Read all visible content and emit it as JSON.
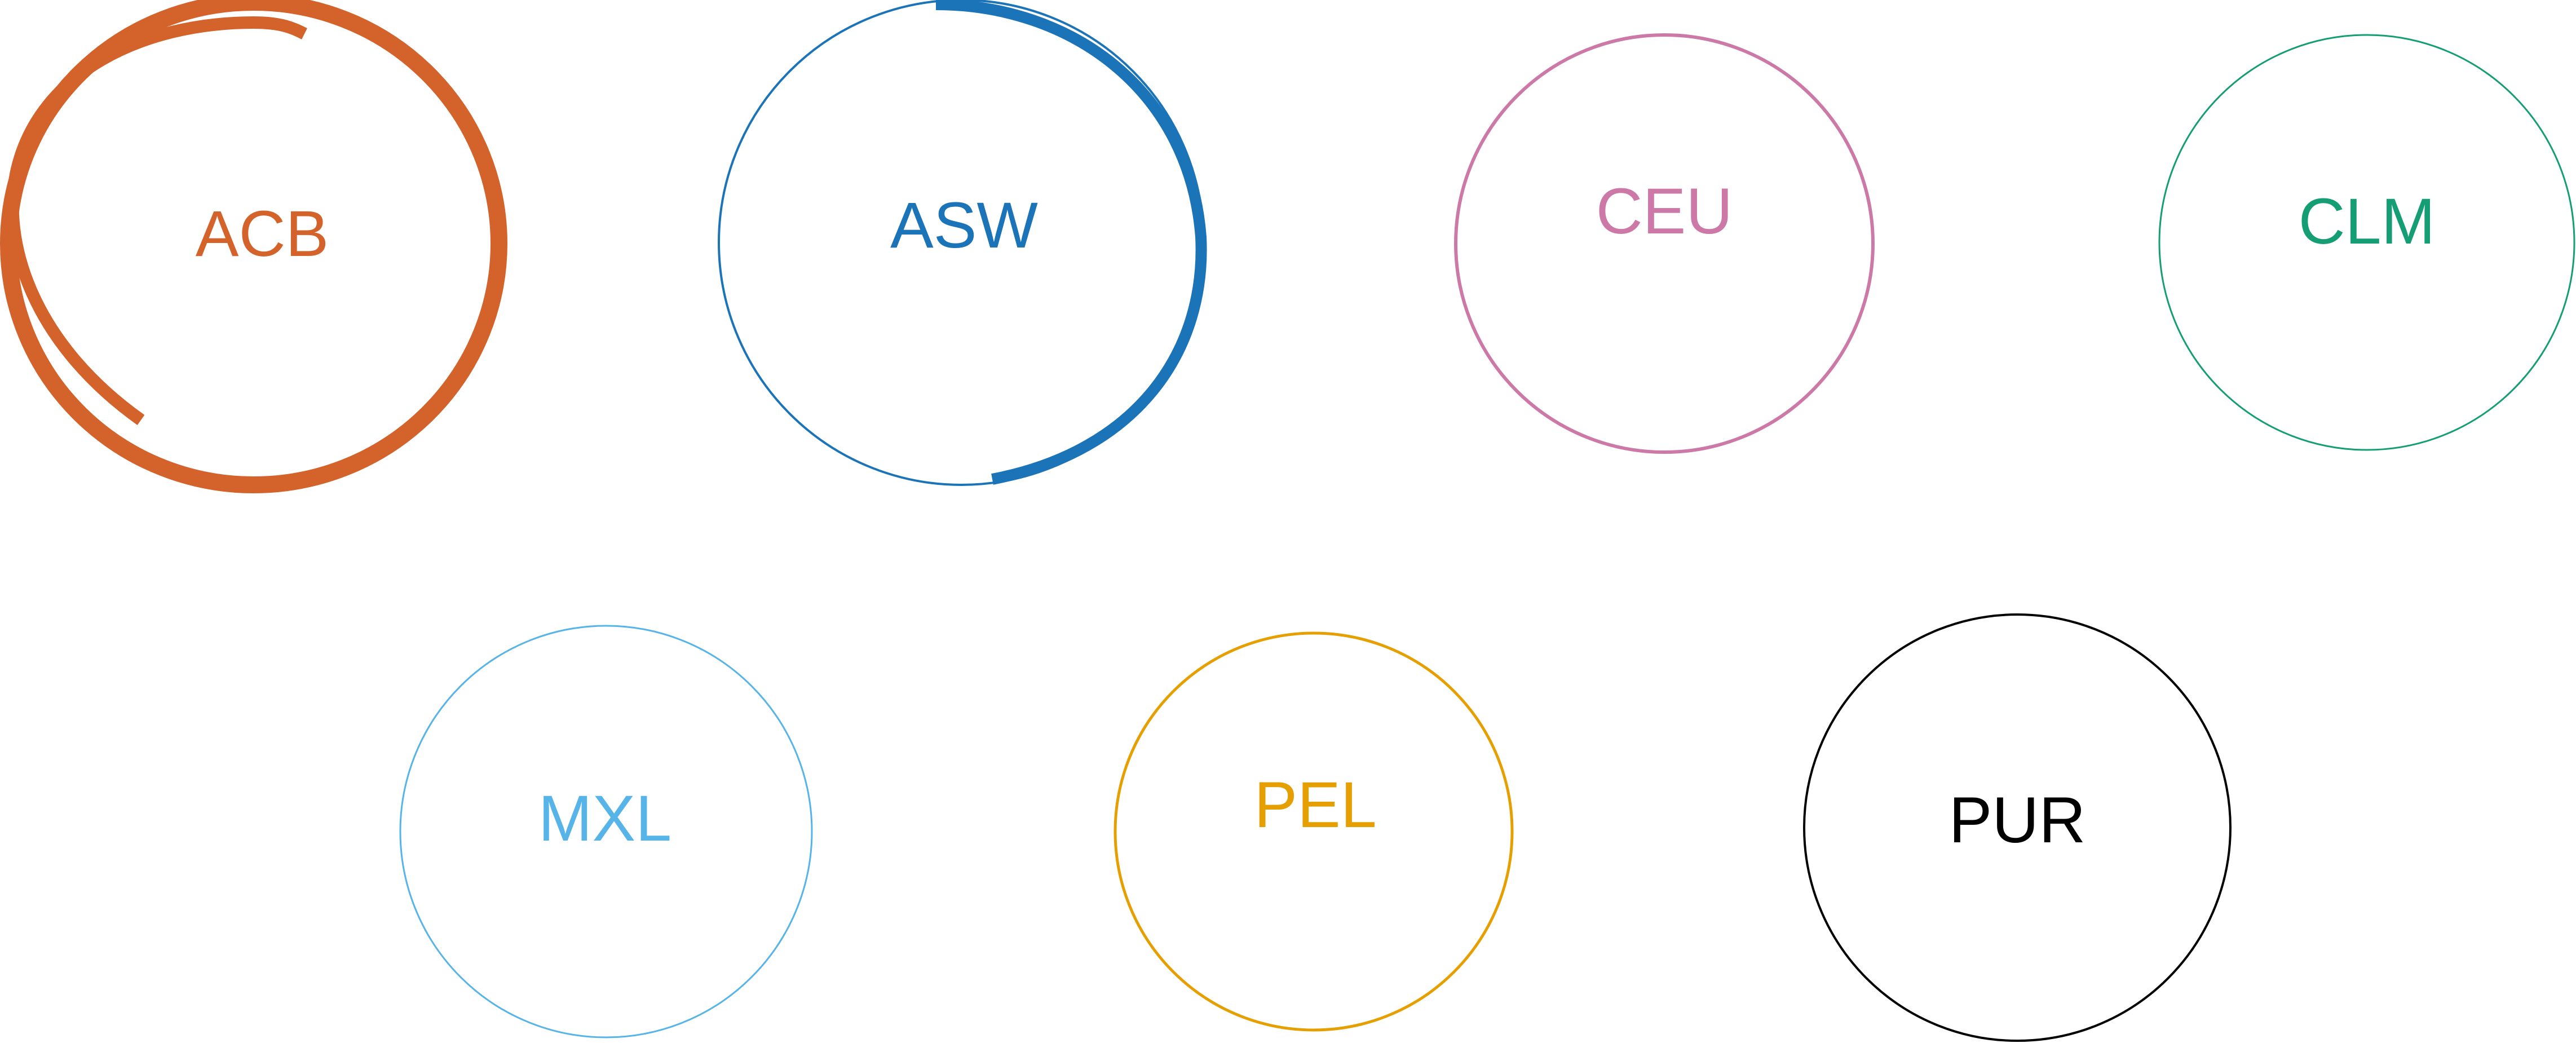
{
  "diagram": {
    "nodes": [
      {
        "id": "acb",
        "label": "ACB",
        "color": "#D4622B"
      },
      {
        "id": "asw",
        "label": "ASW",
        "color": "#1B73B8"
      },
      {
        "id": "ceu",
        "label": "CEU",
        "color": "#CC79A7"
      },
      {
        "id": "clm",
        "label": "CLM",
        "color": "#159E73"
      },
      {
        "id": "mxl",
        "label": "MXL",
        "color": "#56B4E9"
      },
      {
        "id": "pel",
        "label": "PEL",
        "color": "#E69F00"
      },
      {
        "id": "pur",
        "label": "PUR",
        "color": "#000000"
      }
    ]
  }
}
